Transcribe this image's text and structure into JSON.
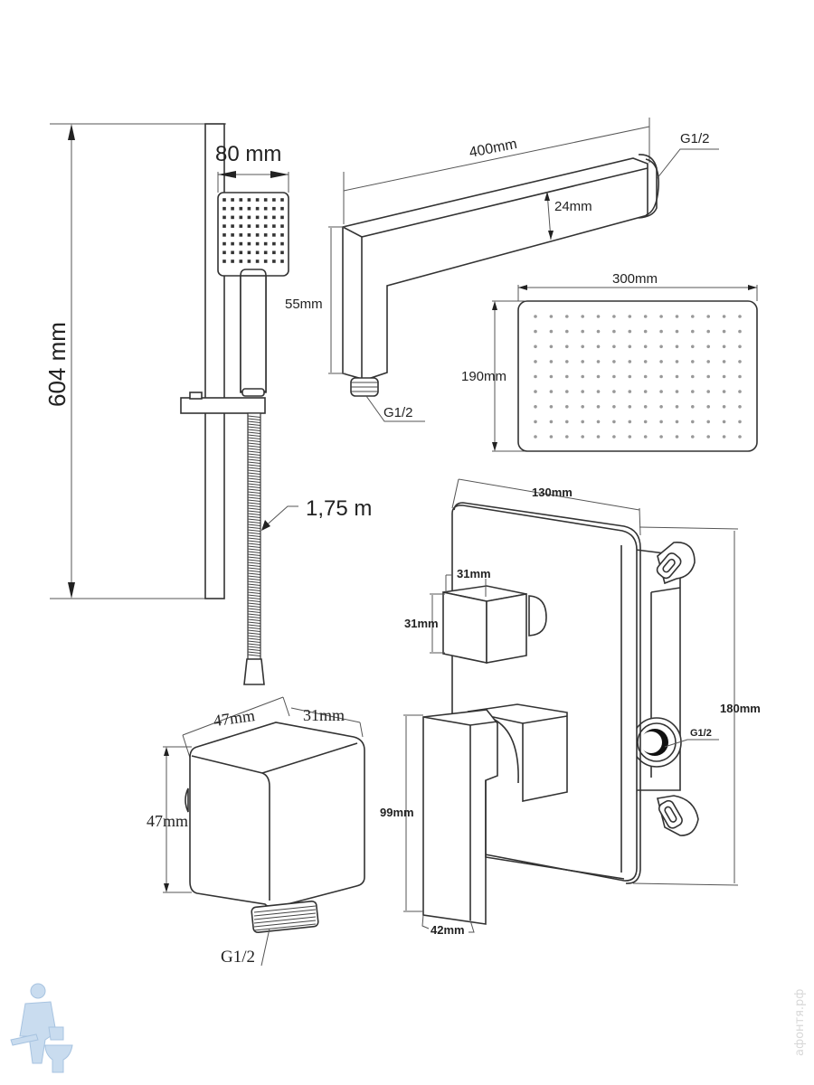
{
  "hand_shower_set": {
    "bar_height": "604 mm",
    "head_width": "80 mm",
    "hose_length": "1,75 m",
    "head_dot_grid": {
      "cols": 8,
      "rows": 8
    }
  },
  "shower_arm": {
    "length": "400mm",
    "thickness": "24mm",
    "drop_height": "55mm",
    "inlet_thread": "G1/2",
    "outlet_thread": "G1/2"
  },
  "rain_shower_head": {
    "width": "300mm",
    "height": "190mm",
    "dot_grid": {
      "cols": 14,
      "rows": 9
    }
  },
  "wall_outlet": {
    "width": "47mm",
    "depth": "31mm",
    "height": "47mm",
    "thread": "G1/2"
  },
  "concealed_mixer": {
    "plate_width": "130mm",
    "plate_height": "180mm",
    "diverter_width": "31mm",
    "diverter_height": "31mm",
    "lever_height": "99mm",
    "lever_width": "42mm",
    "inlet_thread": "G1/2"
  },
  "watermark": {
    "site": "афонтя.рф"
  },
  "colors": {
    "line": "#333333",
    "mascot": "#bcd6ee",
    "watermark": "#d8d8d8"
  }
}
